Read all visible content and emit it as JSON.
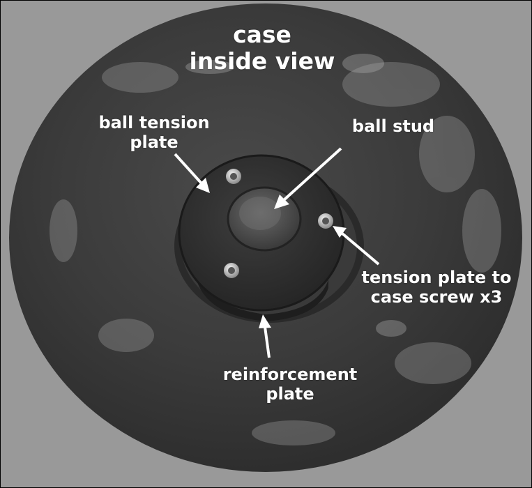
{
  "title": {
    "line1": "case",
    "line2": "inside view"
  },
  "labels": {
    "ball_tension_plate": {
      "line1": "ball tension",
      "line2": "plate"
    },
    "ball_stud": {
      "line1": "ball stud"
    },
    "tension_plate_screw": {
      "line1": "tension plate to",
      "line2": "case screw x3"
    },
    "reinforcement_plate": {
      "line1": "reinforcement",
      "line2": "plate"
    }
  },
  "colors": {
    "background": "#999999",
    "disc": "#3f3f3f",
    "label_text": "#ffffff",
    "arrow": "#ffffff"
  }
}
